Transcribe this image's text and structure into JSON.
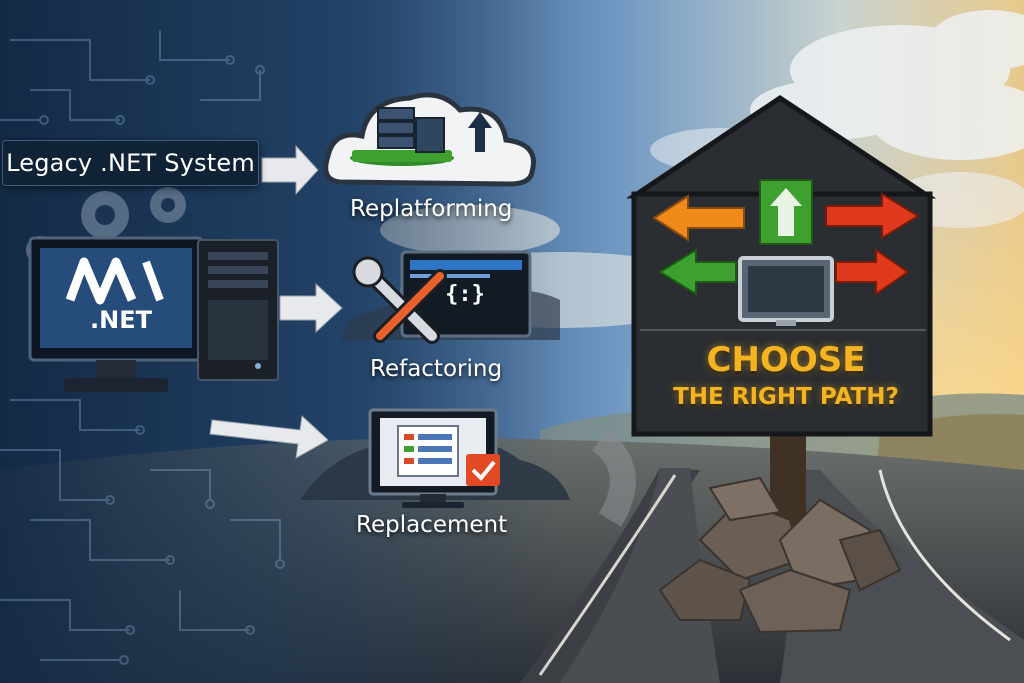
{
  "labels": {
    "legacy_system": "Legacy .NET System",
    "net_logo_text": ".NET",
    "replatforming": "Replatforming",
    "refactoring": "Refactoring",
    "replacement": "Replacement",
    "code_glyph": "{:}"
  },
  "signpost": {
    "line1": "CHOOSE",
    "line2": "THE RIGHT PATH?"
  },
  "icons": [
    "cloud-server-icon",
    "upload-arrow-icon",
    "gear-icon",
    "monitor-net-logo-icon",
    "server-tower-icon",
    "wrench-screwdriver-icon",
    "code-window-icon",
    "checklist-monitor-icon",
    "checkmark-icon",
    "left-arrow-icon",
    "up-arrow-icon",
    "right-arrow-icon",
    "monitor-icon"
  ],
  "colors": {
    "orange": "#f08a1a",
    "green": "#3ea12f",
    "red": "#e03a1e",
    "sign_text": "#f4b321",
    "sky_blue": "#5d8ab8",
    "sign_board": "#2a2d31"
  }
}
